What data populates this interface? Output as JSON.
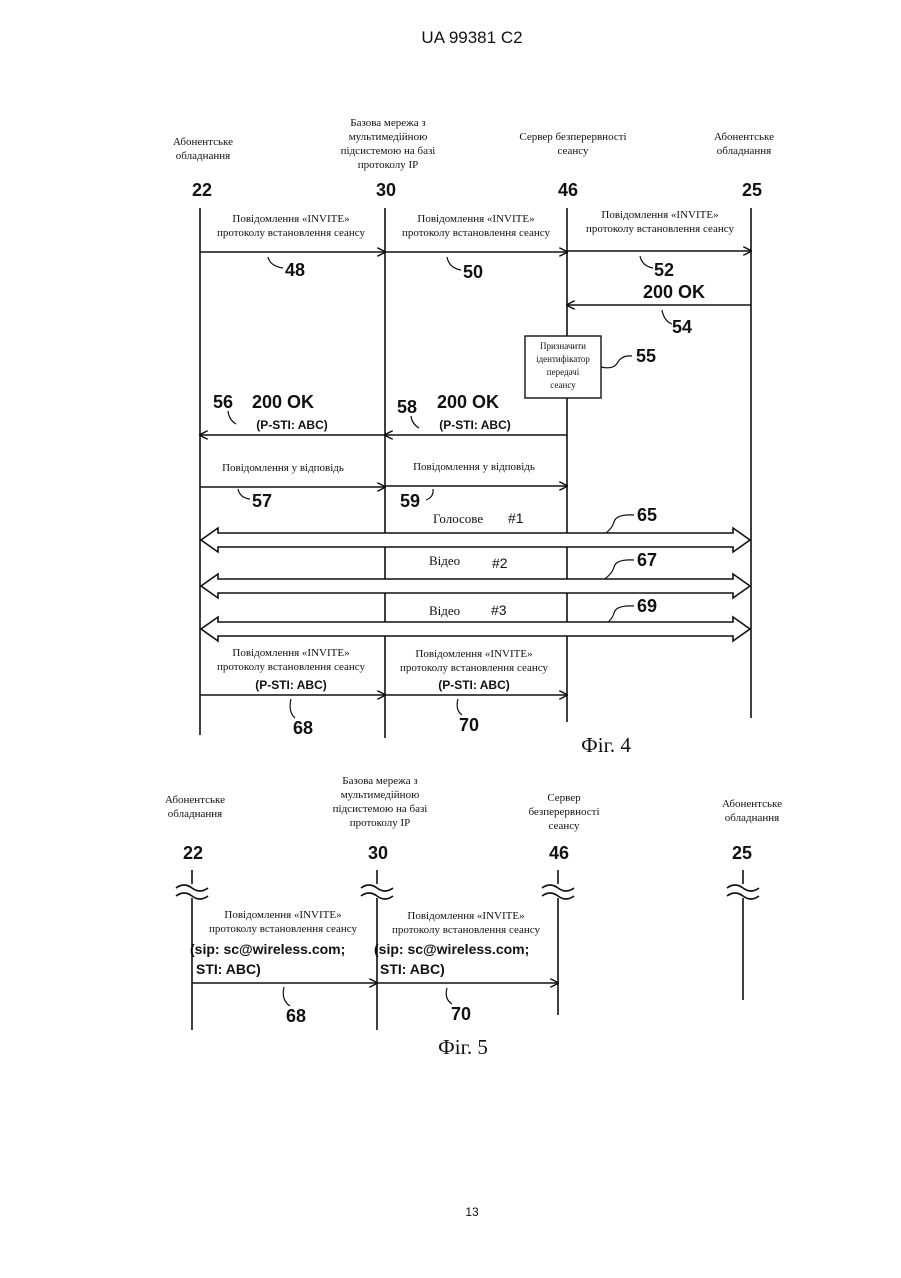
{
  "header": {
    "text": "UA   99381   C2"
  },
  "fig4": {
    "participants": [
      {
        "label_lines": [
          "Абонентське",
          "обладнання"
        ],
        "id": "22"
      },
      {
        "label_lines": [
          "Базова мережа з",
          "мультимедійною",
          "підсистемою на базі",
          "протоколу IP"
        ],
        "id": "30"
      },
      {
        "label_lines": [
          "Сервер безперервності",
          "сеансу"
        ],
        "id": "46"
      },
      {
        "label_lines": [
          "Абонентське",
          "обладнання"
        ],
        "id": "25"
      }
    ],
    "messages": {
      "m48": {
        "lines": [
          "Повідомлення «INVITE»",
          "протоколу встановлення сеансу"
        ],
        "ref": "48"
      },
      "m50": {
        "lines": [
          "Повідомлення «INVITE»",
          "протоколу встановлення сеансу"
        ],
        "ref": "50"
      },
      "m52": {
        "lines": [
          "Повідомлення «INVITE»",
          "протоколу встановлення сеансу"
        ],
        "ref": "52"
      },
      "m54": {
        "text": "200  OK",
        "ref": "54"
      },
      "m56": {
        "text": "200  OK",
        "sti": "(P-STI:  ABC)",
        "ref": "56"
      },
      "m58": {
        "text": "200  OK",
        "sti": "(P-STI:  ABC)",
        "ref": "58"
      },
      "m57": {
        "text": "Повідомлення у відповідь",
        "ref": "57"
      },
      "m59": {
        "text": "Повідомлення у відповідь",
        "ref": "59"
      },
      "m68": {
        "lines": [
          "Повідомлення «INVITE»",
          "протоколу встановлення сеансу"
        ],
        "sti": "(P-STI:  ABC)",
        "ref": "68"
      },
      "m70": {
        "lines": [
          "Повідомлення «INVITE»",
          "протоколу встановлення сеансу"
        ],
        "sti": "(P-STI:  ABC)",
        "ref": "70"
      }
    },
    "box": {
      "lines": [
        "Призначити",
        "ідентифікатор",
        "передачі",
        "сеансу"
      ],
      "ref": "55"
    },
    "media": [
      {
        "label": "Голосове",
        "num": "#1",
        "ref": "65"
      },
      {
        "label": "Відео",
        "num": "#2",
        "ref": "67"
      },
      {
        "label": "Відео",
        "num": "#3",
        "ref": "69"
      }
    ],
    "caption": "Фіг. 4"
  },
  "fig5": {
    "participants": [
      {
        "label_lines": [
          "Абонентське",
          "обладнання"
        ],
        "id": "22"
      },
      {
        "label_lines": [
          "Базова мережа з",
          "мультимедійною",
          "підсистемою на базі",
          "протоколу IP"
        ],
        "id": "30"
      },
      {
        "label_lines": [
          "Сервер",
          "безперервності",
          "сеансу"
        ],
        "id": "46"
      },
      {
        "label_lines": [
          "Абонентське",
          "обладнання"
        ],
        "id": "25"
      }
    ],
    "messages": {
      "m68": {
        "lines": [
          "Повідомлення «INVITE»",
          "протоколу встановлення сеансу"
        ],
        "sip": [
          "(sip:  sc@wireless.com;",
          "STI:  ABC)"
        ],
        "ref": "68"
      },
      "m70": {
        "lines": [
          "Повідомлення «INVITE»",
          "протоколу встановлення сеансу"
        ],
        "sip": [
          "(sip:  sc@wireless.com;",
          "STI:  ABC)"
        ],
        "ref": "70"
      }
    },
    "caption": "Фіг. 5"
  },
  "page_number": "13"
}
